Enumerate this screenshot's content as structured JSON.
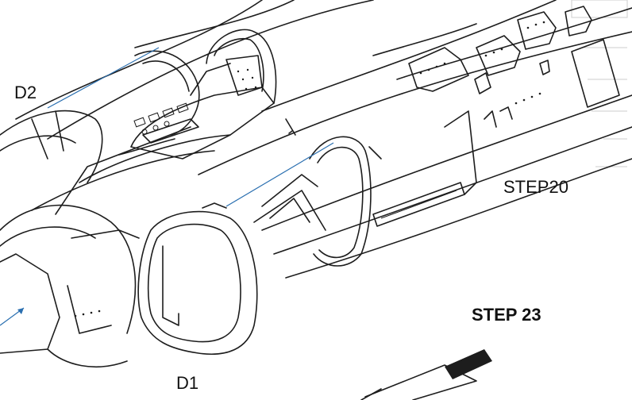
{
  "labels": {
    "d2": "D2",
    "d1": "D1",
    "step20": "STEP20",
    "step23": "STEP 23"
  },
  "colors": {
    "line_art": "#1d1d1d",
    "leader_line": "#2a6fb0",
    "background": "#ffffff"
  }
}
